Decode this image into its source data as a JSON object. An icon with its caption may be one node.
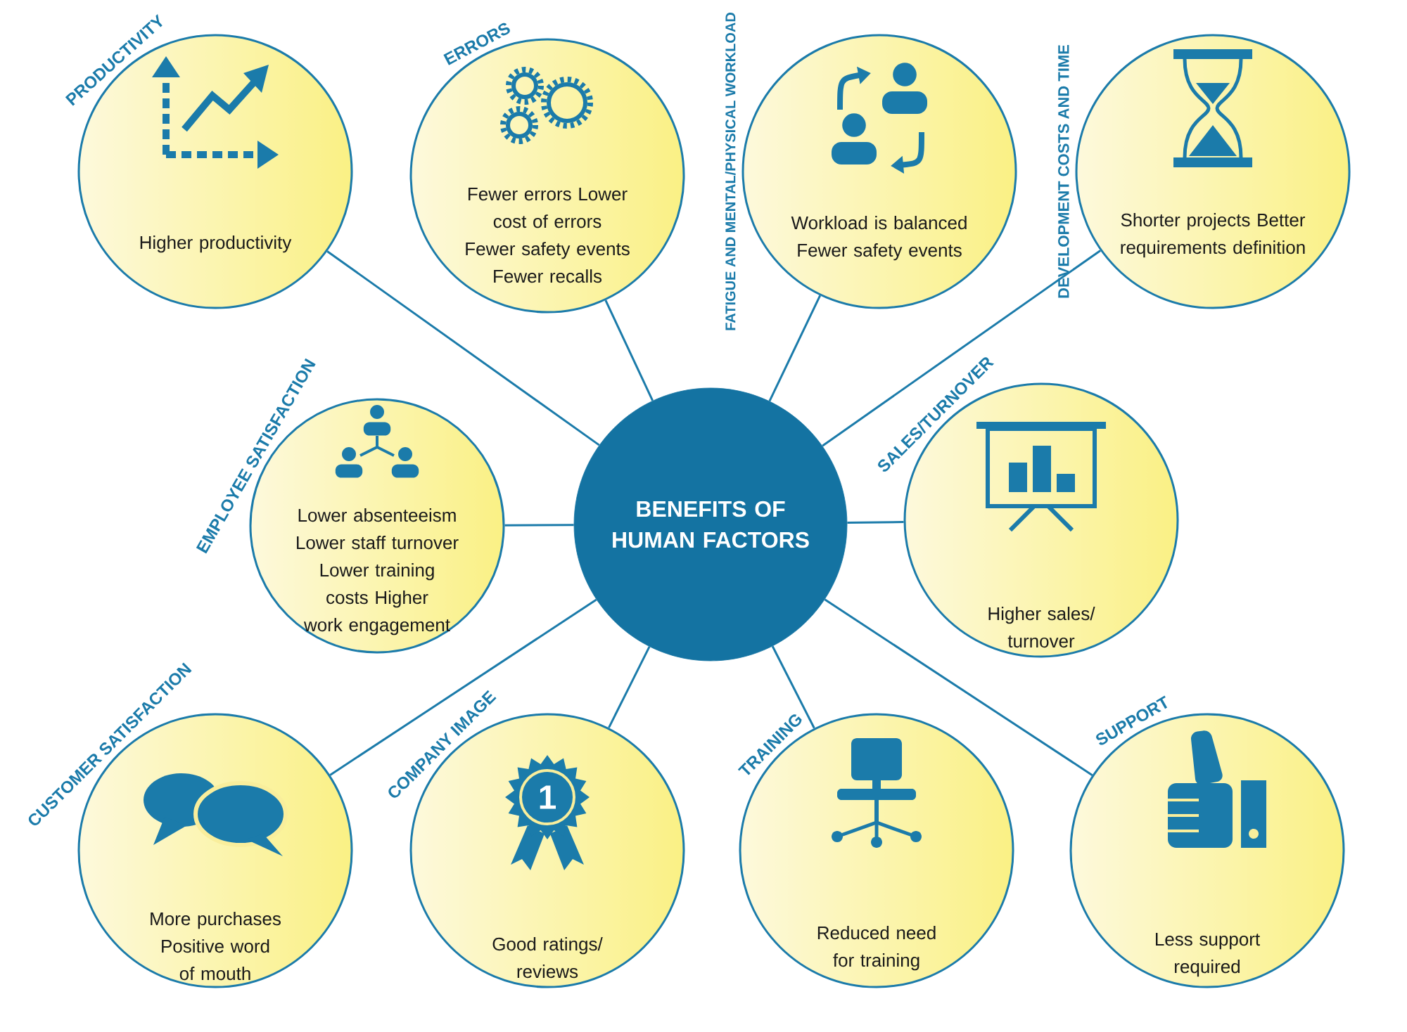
{
  "diagram": {
    "nodes": [
      {
        "text": [
          "PRODUCTIVITY",
          "Higher productivity"
        ]
      },
      {
        "text": [
          "ERRORS",
          "Fewer errors Lower cost of errors Fewer safety events Fewer recalls"
        ]
      },
      {
        "text": [
          "FATIGUE AND MENTAL/PHYSICAL WORKLOAD",
          "Workload is balanced Fewer safety events"
        ]
      },
      {
        "text": [
          "DEVELOPMENT COSTS AND TIME",
          "Shorter projects Better requirements definition"
        ]
      },
      {
        "text": [
          "EMPLOYEE SATISFACTION",
          "Lower absenteeism Lower staff turnover Lower training costs Higher work engagement"
        ]
      },
      {
        "text": [
          "BENEFITS OF HUMAN FACTORS"
        ]
      },
      {
        "text": [
          "SALES/TURNOVER",
          "Higher sales/ turnover"
        ]
      },
      {
        "text": [
          "CUSTOMER SATISFACTION",
          "More purchases Positive word of mouth"
        ]
      },
      {
        "text": [
          "COMPANY IMAGE",
          "Good ratings/ reviews"
        ]
      },
      {
        "text": [
          "TRAINING",
          "Reduced need for training"
        ]
      },
      {
        "text": [
          "SUPPORT",
          "Less support required"
        ]
      }
    ],
    "edges": [
      {
        "from": 5,
        "to": 0,
        "arrow": "none"
      },
      {
        "from": 5,
        "to": 1,
        "arrow": "none"
      },
      {
        "from": 5,
        "to": 2,
        "arrow": "none"
      },
      {
        "from": 5,
        "to": 3,
        "arrow": "none"
      },
      {
        "from": 5,
        "to": 4,
        "arrow": "none"
      },
      {
        "from": 5,
        "to": 6,
        "arrow": "none"
      },
      {
        "from": 5,
        "to": 7,
        "arrow": "none"
      },
      {
        "from": 5,
        "to": 8,
        "arrow": "none"
      },
      {
        "from": 5,
        "to": 9,
        "arrow": "none"
      },
      {
        "from": 5,
        "to": 10,
        "arrow": "none"
      }
    ],
    "labels": [
      "1"
    ]
  }
}
